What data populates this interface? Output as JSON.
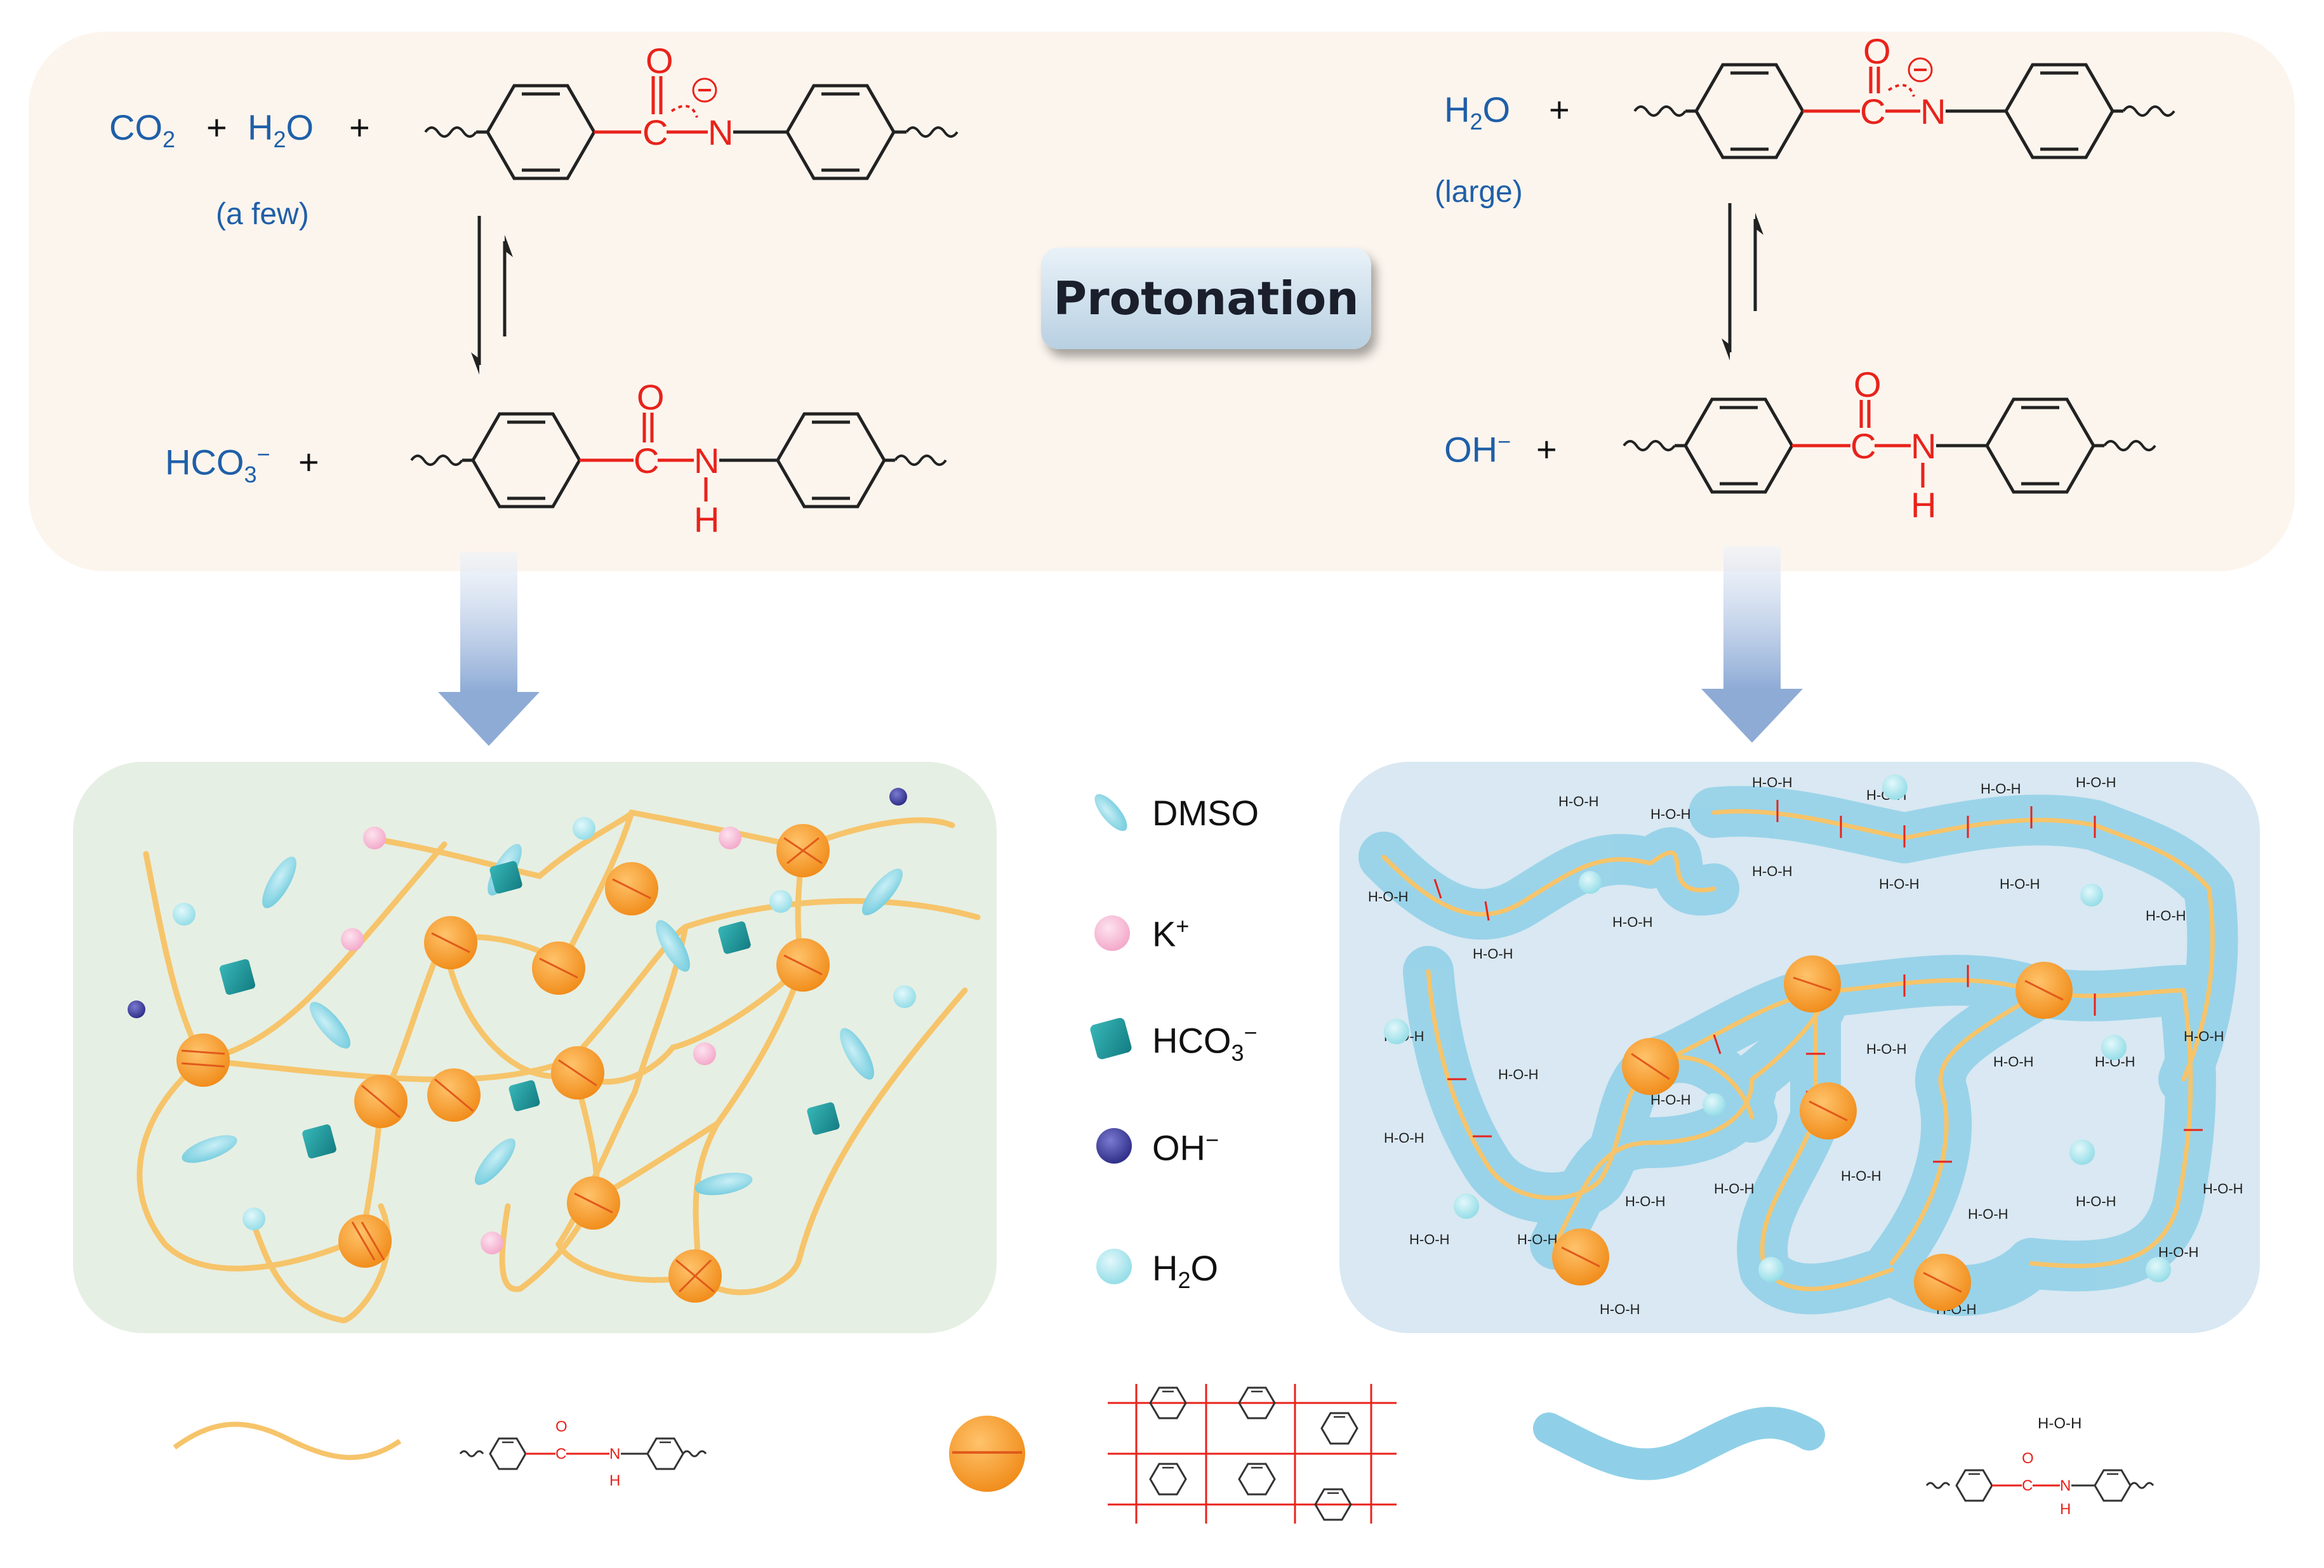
{
  "title": "Protonation",
  "left_reaction": {
    "reactant_1": "CO",
    "reactant_1_sub": "2",
    "plus": "+",
    "reactant_2": "H",
    "reactant_2_sub": "2",
    "reactant_2_tail": "O",
    "amount": "(a few)",
    "product": "HCO",
    "product_sub": "3",
    "product_sup": "−"
  },
  "right_reaction": {
    "reactant": "H",
    "reactant_sub": "2",
    "reactant_tail": "O",
    "plus": "+",
    "amount": "(large)",
    "product": "OH",
    "product_sup": "−"
  },
  "molecule_atoms": {
    "carbon": "C",
    "oxygen": "O",
    "nitrogen": "N",
    "hydrogen": "H",
    "minus": "−"
  },
  "legend": [
    {
      "label": "DMSO",
      "icon": "dmso-ellipse-icon"
    },
    {
      "label": "K",
      "sup": "+",
      "icon": "potassium-sphere-icon"
    },
    {
      "label": "HCO",
      "sub": "3",
      "sup": "−",
      "icon": "bicarbonate-cube-icon"
    },
    {
      "label": "OH",
      "sup": "−",
      "icon": "hydroxide-sphere-icon"
    },
    {
      "label": "H",
      "sub": "2",
      "tail": "O",
      "icon": "water-sphere-icon"
    }
  ],
  "colors": {
    "chem_blue": "#1f5fa8",
    "amide_red": "#e8231b",
    "strand_orange": "#f6c46a",
    "crosslink_orange": "#f5a02a",
    "hydration_blue": "#8fd0e8",
    "bicarbonate_teal": "#1e9aa0",
    "potassium_pink": "#f5b8d4",
    "hydroxide_navy": "#3a3a98",
    "water_cyan": "#aee6ee",
    "dmso_cyan": "#7fd3e2",
    "top_panel": "#fcf5ee",
    "left_panel": "#e6efe3",
    "right_panel": "#d9e8f2"
  }
}
